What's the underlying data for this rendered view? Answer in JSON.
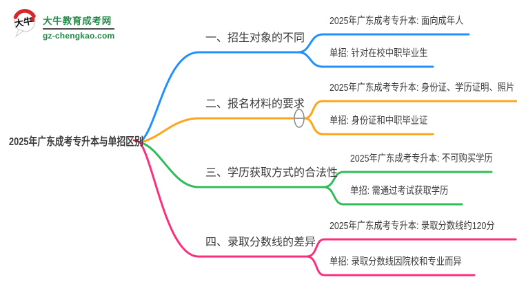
{
  "logo": {
    "icon_text": "大牛",
    "title": "大牛教育成考网",
    "subtitle": "gz-chengkao.com"
  },
  "colors": {
    "blue": "#1e90ff",
    "orange": "#ffa41b",
    "green": "#2ebd59",
    "pink": "#ff2d7e",
    "root-stub": "#c2252c",
    "logo-green": "#1e8c45",
    "logo-red": "#d7262c",
    "text": "#3a3a3a",
    "toggle-gray": "#8c8c8c"
  },
  "root": {
    "label": "2025年广东成考专升本与单招区别"
  },
  "toggle": {
    "type": "minus",
    "meaning": "collapse-branch"
  },
  "branches": [
    {
      "label": "一、招生对象的不同",
      "color": "#1e90ff",
      "leaves": [
        {
          "label": "2025年广东成考专升本: 面向成年人"
        },
        {
          "label": "单招: 针对在校中职毕业生"
        }
      ]
    },
    {
      "label": "二、报名材料的要求",
      "color": "#ffa41b",
      "leaves": [
        {
          "label": "2025年广东成考专升本: 身份证、学历证明、照片"
        },
        {
          "label": "单招: 身份证和中职毕业证"
        }
      ]
    },
    {
      "label": "三、学历获取方式的合法性",
      "color": "#2ebd59",
      "leaves": [
        {
          "label": "2025年广东成考专升本: 不可购买学历"
        },
        {
          "label": "单招: 需通过考试获取学历"
        }
      ]
    },
    {
      "label": "四、录取分数线的差异",
      "color": "#ff2d7e",
      "leaves": [
        {
          "label": "2025年广东成考专升本: 录取分数线约120分"
        },
        {
          "label": "单招: 录取分数线因院校和专业而异"
        }
      ]
    }
  ]
}
